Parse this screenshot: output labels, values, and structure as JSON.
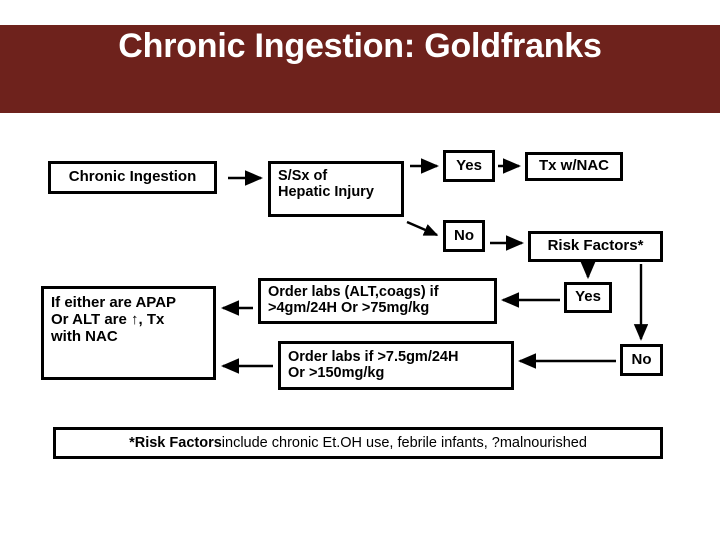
{
  "slide": {
    "title": "Chronic Ingestion: Goldfranks",
    "banner_color": "#6e221c",
    "background_color": "#ffffff",
    "line_color": "#000000"
  },
  "flowchart": {
    "nodes": {
      "chronic_ingestion": "Chronic Ingestion",
      "ssx_hepatic_line1": "S/Sx of",
      "ssx_hepatic_line2": "Hepatic Injury",
      "yes_top": "Yes",
      "tx_nac": "Tx w/NAC",
      "no_top": "No",
      "risk_factors": "Risk Factors*",
      "apap_line1": "If either are APAP",
      "apap_line2": "Or ALT are ↑, Tx",
      "apap_line3": "with NAC",
      "order_labs_1_line1": "Order labs (ALT,coags) if",
      "order_labs_1_line2": ">4gm/24H Or >75mg/kg",
      "order_labs_2_line1": "Order labs if >7.5gm/24H",
      "order_labs_2_line2": "Or >150mg/kg",
      "yes_right": "Yes",
      "no_right": "No"
    },
    "edges": [
      {
        "name": "chronic-to-ssx",
        "from": "chronic_ingestion",
        "to": "ssx_hepatic",
        "direction": "right"
      },
      {
        "name": "ssx-to-yes",
        "from": "ssx_hepatic",
        "to": "yes_top",
        "direction": "right"
      },
      {
        "name": "yes-to-txnac",
        "from": "yes_top",
        "to": "tx_nac",
        "direction": "right"
      },
      {
        "name": "ssx-to-no",
        "from": "ssx_hepatic",
        "to": "no_top",
        "direction": "down-right"
      },
      {
        "name": "no-to-riskfactors",
        "from": "no_top",
        "to": "risk_factors",
        "direction": "right"
      },
      {
        "name": "riskfactors-to-yes",
        "from": "risk_factors",
        "to": "yes_right",
        "direction": "down"
      },
      {
        "name": "riskfactors-to-no",
        "from": "risk_factors",
        "to": "no_right",
        "direction": "down"
      },
      {
        "name": "yesright-to-orderlabs1",
        "from": "yes_right",
        "to": "order_labs_1",
        "direction": "left"
      },
      {
        "name": "noright-to-orderlabs2",
        "from": "no_right",
        "to": "order_labs_2",
        "direction": "left"
      },
      {
        "name": "orderlabs1-to-apap",
        "from": "order_labs_1",
        "to": "apap_alt",
        "direction": "left"
      },
      {
        "name": "orderlabs2-to-apap",
        "from": "order_labs_2",
        "to": "apap_alt",
        "direction": "left"
      }
    ]
  },
  "footnote": {
    "strong": "*Risk Factors",
    "rest": " include chronic Et.OH use, febrile infants, ?malnourished"
  }
}
